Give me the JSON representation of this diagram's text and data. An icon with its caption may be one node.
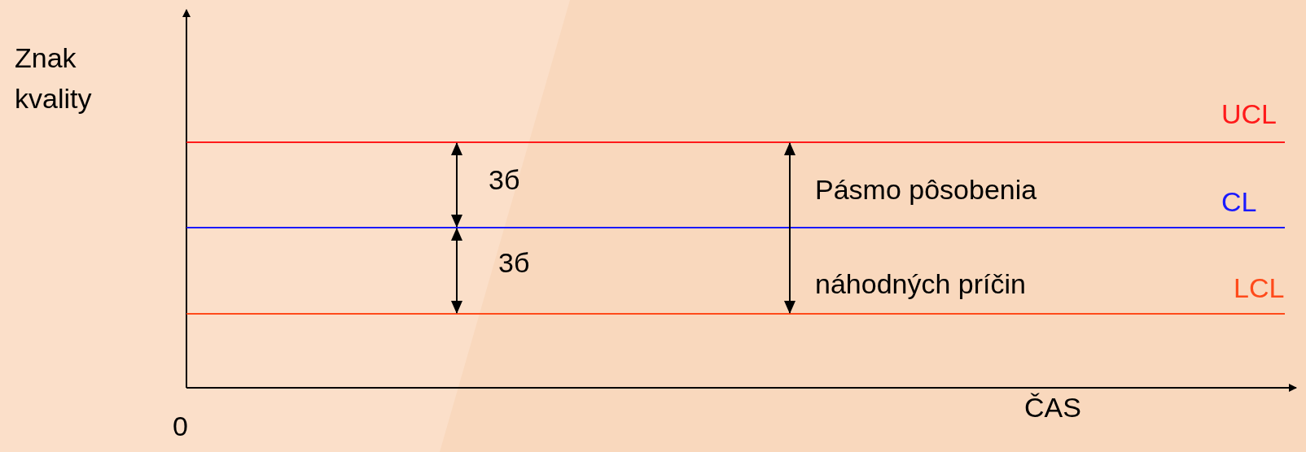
{
  "diagram": {
    "labels": [
      "Znak kvality",
      "UCL",
      "3б",
      "Pásmo pôsobenia",
      "CL",
      "3б",
      "náhodných príčin",
      "LCL",
      "0",
      "ČAS"
    ]
  }
}
